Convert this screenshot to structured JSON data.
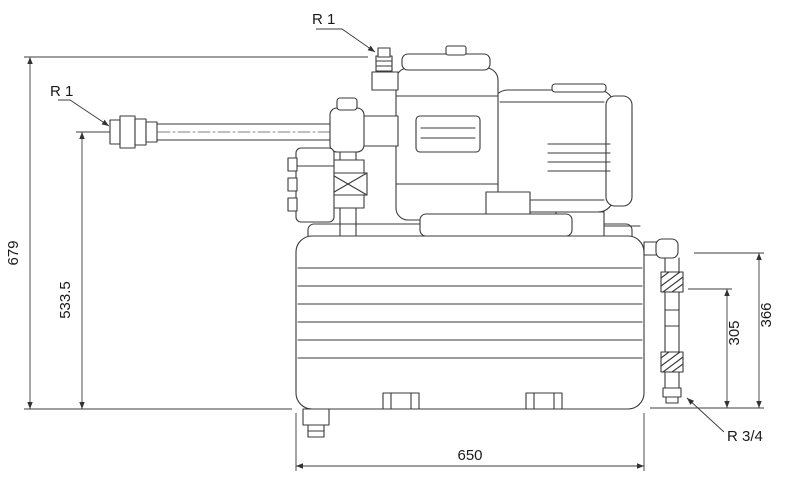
{
  "colors": {
    "line": "#3a3a3a",
    "dimension": "#3c3c3c",
    "background": "#ffffff"
  },
  "labels": {
    "top_port": "R 1",
    "inlet_port": "R 1",
    "outlet_port": "R 3/4",
    "total_height": "679",
    "inlet_height": "533.5",
    "tank_width": "650",
    "outlet_height_inner": "305",
    "outlet_height_outer": "366"
  }
}
